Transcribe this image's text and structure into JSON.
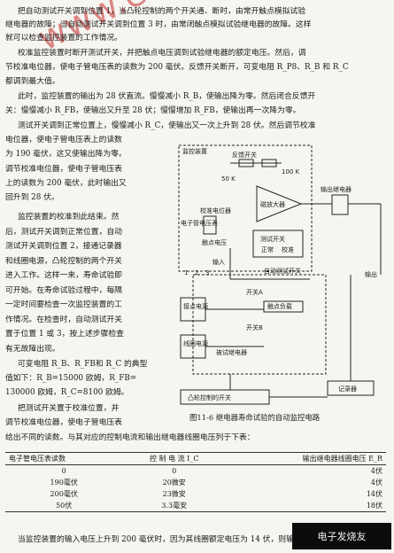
{
  "paragraphs": {
    "l1": "把自动测试开关调到位置 1，当凸轮控制的两个开关通、断时，由常开触点模拟试验",
    "l2": "继电器的故障；当自动测试开关调到位置 3 时，由常闭触点模拟试验继电器的故障。这样",
    "l3": "就可以检查监控装置的工作情况。",
    "l4": "校准监控装置时断开测试开关，并把触点电压调到试验继电器的额定电压。然后，调",
    "l5": "节校准电位器，使电子管电压表的读数为 200 毫伏。反馈开关断开，可变电阻 R_P8、R_B 和 R_C",
    "l6": "都调到最大值。",
    "l7": "此时，监控装置的输出为 28 伏直流。慢慢减小 R_B，使输出降为零。然后闭合反馈开",
    "l8": "关：慢慢减小 R_FB，使输出又升至 28 伏；慢慢增加 R_FB，使输出再一次降为零。",
    "l9": "测试开关调到正常位置上，慢慢减小 R_C，使输出又一次上升到 28 伏。然后调节校准",
    "l10": "电位器，使电子管电压表上的读数",
    "l11": "为 190 毫伏，这又使输出降为零。",
    "l12": "调节校准电位器，使电子管电压表",
    "l13": "上的读数为 200 毫伏，此时输出又",
    "l14": "回升到 28 伏。",
    "l15": "监控装置的校准到此结束。然",
    "l16": "后，测试开关调到正常位置，自动",
    "l17": "测试开关调到位置 2，接通记录器",
    "l18": "和线圈电源，凸轮控制的两个开关",
    "l19": "进入工作。这样一来，寿命试验即",
    "l20": "可开始。在寿命试验过程中，每隔",
    "l21": "一定时间要检查一次监控装置的工",
    "l22": "作情况。在检查时，自动测试开关",
    "l23": "置于位置 1 或 3，按上述步骤检查",
    "l24": "有无故障出现。",
    "l25": "可变电阻 R_B、R_FB和 R_C 的典型",
    "l26": "值如下：R_B=15000 欧姆，R_FB=",
    "l27": "130000 欧姆，R_C=8100 欧姆。",
    "l28": "把测试开关置于校准位置，并",
    "l29": "调节校准电位器，使电子管电压表",
    "l30": "给出不同的读数。与其对应的控制电流和输出继电器线圈电压列于下表："
  },
  "figure": {
    "caption": "图11-6  继电器寿命试验的自动监控电路",
    "labels": {
      "monitor": "监控装置",
      "feedback": "反馈开关",
      "k50": "50 K",
      "k100": "100 K",
      "output_relay": "输出继电器",
      "tube_meter": "电子管电压表",
      "calib_pot": "校准电位器",
      "magamp": "磁放大器",
      "test_sw": "测试开关",
      "normal": "正常",
      "calib": "校准",
      "contact_volt": "触点电压",
      "input": "输入",
      "auto_test": "自动测试开关",
      "sw_a": "开关A",
      "sw_b": "开关B",
      "contact_load": "触点负载",
      "contact_power": "接点电源",
      "coil_power": "线圈电源",
      "test_relay": "被试继电器",
      "cam": "凸轮控制的开关",
      "recorder": "记录器",
      "output": "输出",
      "n1": "1",
      "n2": "2",
      "n3": "3"
    }
  },
  "table": {
    "headers": [
      "电子管电压表读数",
      "控 制 电 流 I_C",
      "输出继电器线圈电压 E_R"
    ],
    "rows": [
      [
        "0",
        "0",
        "4伏"
      ],
      [
        "190毫伏",
        "20微安",
        "4伏"
      ],
      [
        "200毫伏",
        "23微安",
        "14伏"
      ],
      [
        "50伏",
        "3.3毫安",
        "18伏"
      ]
    ]
  },
  "footer": "当监控装置的输入电压上升到 200 毫伏时，因为其线圈额定电压为 14 伏，则输出继",
  "watermark": "www.elecfans.com",
  "stamp": "电子发烧友"
}
